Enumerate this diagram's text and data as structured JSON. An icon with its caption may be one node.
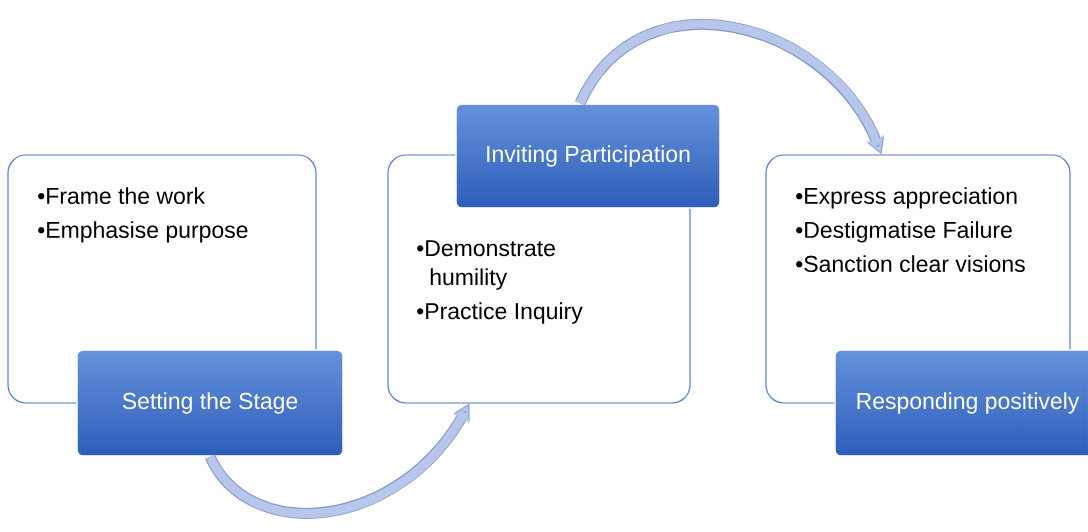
{
  "diagram": {
    "nodes": [
      {
        "text": [
          "•Frame the work",
          "•Emphasise purpose"
        ]
      },
      {
        "text": [
          "Setting the Stage"
        ]
      },
      {
        "text": [
          "•Demonstrate humility",
          "•Practice Inquiry"
        ]
      },
      {
        "text": [
          "Inviting Participation"
        ]
      },
      {
        "text": [
          "•Express appreciation",
          "•Destigmatise Failure",
          "•Sanction clear visions"
        ]
      },
      {
        "text": [
          "Responding positively"
        ]
      }
    ],
    "edges": [
      {
        "from": 1,
        "to": 2,
        "arrow": "to"
      },
      {
        "from": 3,
        "to": 4,
        "arrow": "to"
      }
    ]
  }
}
